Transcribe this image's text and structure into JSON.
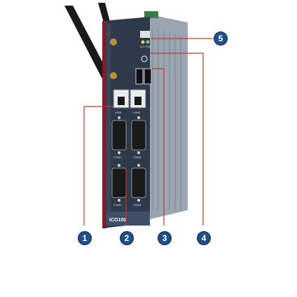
{
  "device": {
    "model_label": "ICO100",
    "port_labels": {
      "lan1": "LAN1",
      "lan2": "LAN2",
      "com1": "COM1",
      "com2": "COM2",
      "com3": "COM3",
      "com4": "COM4",
      "act": "ACT",
      "pwr": "PWR"
    }
  },
  "callouts": [
    {
      "number": "1",
      "color": "#1f4f86"
    },
    {
      "number": "2",
      "color": "#1f4f86"
    },
    {
      "number": "3",
      "color": "#1f4f86"
    },
    {
      "number": "4",
      "color": "#1f4f86"
    },
    {
      "number": "5",
      "color": "#1f4f86"
    }
  ],
  "colors": {
    "leader_line": "#c0392b",
    "chassis": "#7f8b99",
    "front_panel": "#2e3a4a",
    "accent_blue": "#1f4f86"
  }
}
